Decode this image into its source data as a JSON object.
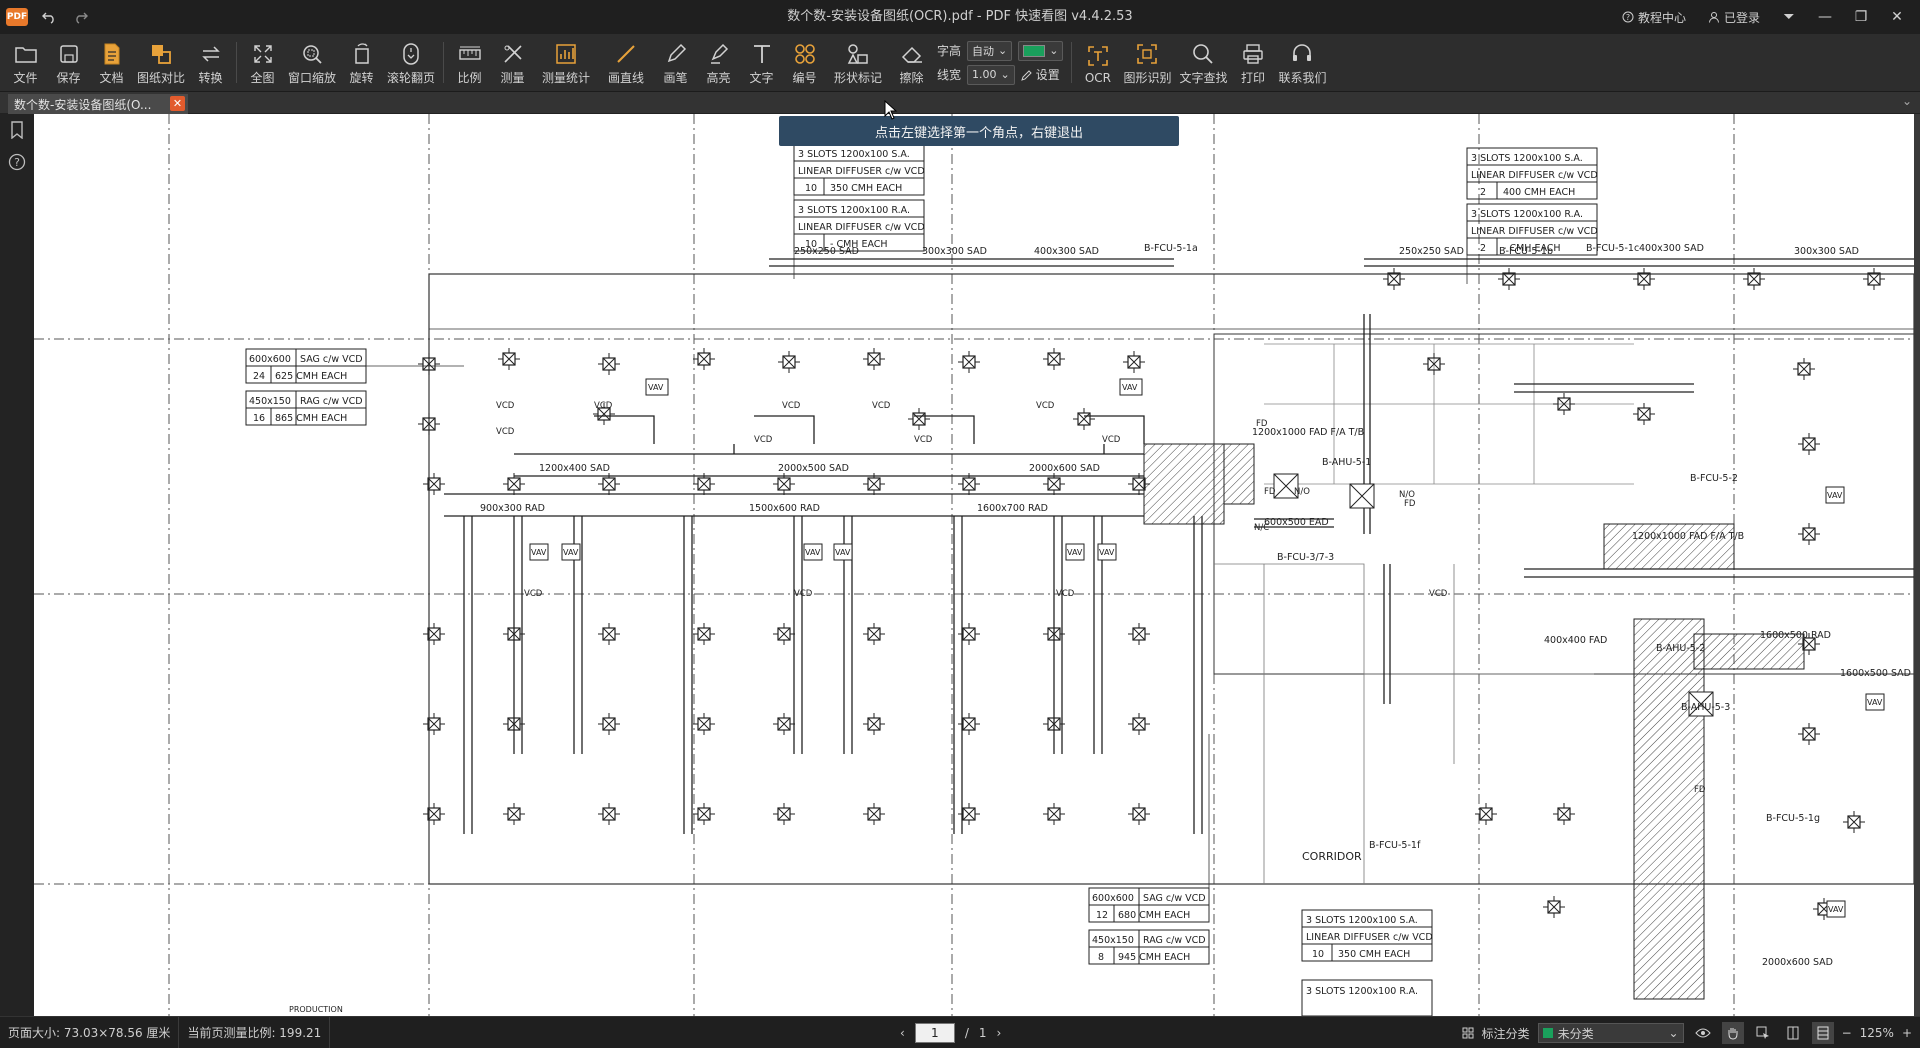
{
  "window": {
    "title": "数个数-安装设备图纸(OCR).pdf - PDF 快速看图 v4.4.2.53",
    "logo_text": "PDF",
    "tutorial": "教程中心",
    "login": "已登录"
  },
  "toolbar": {
    "items": [
      {
        "label": "文件",
        "icon": "folder-icon"
      },
      {
        "label": "保存",
        "icon": "save-icon"
      },
      {
        "label": "文档",
        "icon": "document-icon"
      },
      {
        "label": "图纸对比",
        "icon": "compare-icon"
      },
      {
        "label": "转换",
        "icon": "convert-icon"
      },
      {
        "label": "全图",
        "icon": "fullview-icon"
      },
      {
        "label": "窗口缩放",
        "icon": "window-zoom-icon"
      },
      {
        "label": "旋转",
        "icon": "rotate-icon"
      },
      {
        "label": "滚轮翻页",
        "icon": "scroll-page-icon"
      },
      {
        "label": "比例",
        "icon": "scale-icon"
      },
      {
        "label": "测量",
        "icon": "measure-icon"
      },
      {
        "label": "测量统计",
        "icon": "measure-stats-icon"
      },
      {
        "label": "画直线",
        "icon": "line-icon"
      },
      {
        "label": "画笔",
        "icon": "pen-icon"
      },
      {
        "label": "高亮",
        "icon": "highlight-icon"
      },
      {
        "label": "文字",
        "icon": "text-icon"
      },
      {
        "label": "编号",
        "icon": "numbering-icon"
      },
      {
        "label": "形状标记",
        "icon": "shape-mark-icon"
      },
      {
        "label": "擦除",
        "icon": "eraser-icon"
      }
    ],
    "font_height_label": "字高",
    "font_height_value": "自动",
    "line_width_label": "线宽",
    "line_width_value": "1.00",
    "settings_label": "设置",
    "items_right": [
      {
        "label": "OCR",
        "icon": "ocr-icon"
      },
      {
        "label": "图形识别",
        "icon": "shape-recognition-icon"
      },
      {
        "label": "文字查找",
        "icon": "search-icon"
      },
      {
        "label": "打印",
        "icon": "print-icon"
      },
      {
        "label": "联系我们",
        "icon": "headset-icon"
      }
    ],
    "accent_color": "#e8a23a",
    "stroke_color": "#1aa05c"
  },
  "tabs": [
    {
      "label": "数个数-安装设备图纸(O...",
      "active": true
    }
  ],
  "tooltip": "点击左键选择第一个角点，右键退出",
  "drawing": {
    "notes": [
      [
        "3 SLOTS 1200x100 S.A.",
        "LINEAR DIFFUSER c/w VCD",
        "10",
        "350 CMH EACH",
        "3 SLOTS 1200x100 R.A.",
        "LINEAR DIFFUSER c/w VCD",
        "10",
        "- CMH EACH"
      ],
      [
        "3 SLOTS 1200x100 S.A.",
        "LINEAR DIFFUSER c/w VCD",
        "2",
        "400 CMH EACH",
        "3 SLOTS 1200x100 R.A.",
        "LINEAR DIFFUSER c/w VCD",
        "2",
        "- CMH EACH"
      ],
      [
        "600x600",
        "SAG c/w VCD",
        "24",
        "625 CMH EACH",
        "450x150",
        "RAG c/w VCD",
        "16",
        "865 CMH EACH"
      ],
      [
        "600x600",
        "SAG c/w VCD",
        "12",
        "680 CMH EACH",
        "450x150",
        "RAG c/w VCD",
        "8",
        "945 CMH EACH"
      ],
      [
        "3 SLOTS 1200x100 S.A.",
        "LINEAR DIFFUSER c/w VCD",
        "10",
        "350 CMH EACH",
        "3 SLOTS 1200x100 R.A."
      ]
    ],
    "labels": {
      "d1": "250x250 SAD",
      "d2": "300x300 SAD",
      "d3": "400x300 SAD",
      "fcu1": "B-FCU-5-1a",
      "d4": "250x250 SAD",
      "fcu2": "B-FCU-5-1b",
      "fcu3": "B-FCU-5-1c",
      "d5": "400x300 SAD",
      "d6": "300x300 SAD",
      "d7": "1200x400 SAD",
      "d8": "2000x500 SAD",
      "d9": "2000x600 SAD",
      "d10": "900x300 RAD",
      "d11": "1500x600 RAD",
      "d12": "1600x700 RAD",
      "fad1": "1200x1000 FAD F/A T/B",
      "ahu1": "B-AHU-5-1",
      "ead": "600x500 EAD",
      "fcu4": "B-FCU-3/7-3",
      "corridor": "CORRIDOR",
      "fad2": "1200x1000 FAD F/A T/B",
      "ahu2": "B-AHU-5-2",
      "ahu3": "B-AHU-5-3",
      "d13": "1600x500 RAD",
      "d14": "400x400 FAD",
      "d15": "1600x500 SAD",
      "fcu5": "B-FCU-5-2",
      "fcu6": "B-FCU-5-1g",
      "fcu7": "B-FCU-5-1f",
      "d16": "2000x600 SAD",
      "vcd": "VCD",
      "vav": "VAV",
      "fd": "FD",
      "no": "N/O",
      "nc": "N/C",
      "prod": "PRODUCTION"
    }
  },
  "status": {
    "page_size": "页面大小: 73.03×78.56 厘米",
    "measure_scale": "当前页测量比例: 199.21",
    "page_current": "1",
    "page_sep": "/",
    "page_total": "1",
    "annotation_label": "标注分类",
    "category": "未分类",
    "zoom": "125%"
  }
}
